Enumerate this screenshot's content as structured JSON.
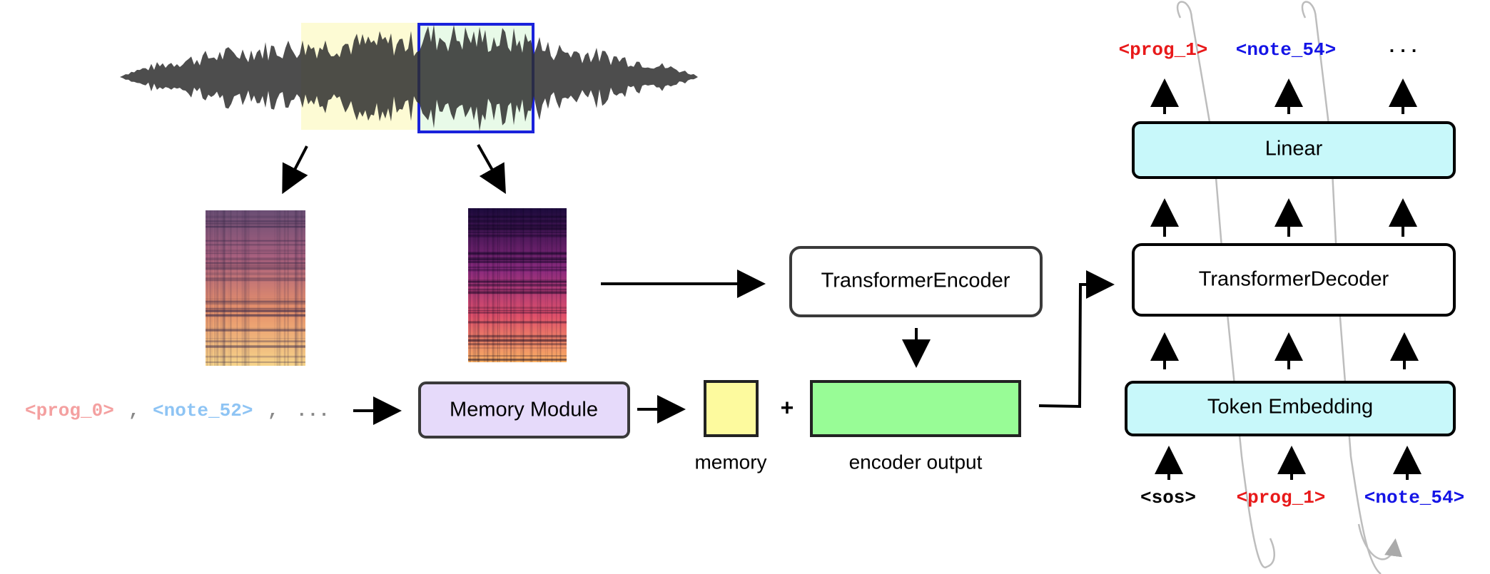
{
  "colors": {
    "prog": "#e8191a",
    "note": "#1414e6",
    "prog_faded": "#f4a0a0",
    "note_faded": "#8ec4f4",
    "faded_text": "#888888",
    "linear_fill": "#c8f8fa",
    "memory_module_fill": "#e6dafa",
    "memory_fill": "#fdfa9e",
    "encoder_output_fill": "#98fc96",
    "yellow_window": "#fdfbd4",
    "green_window": "#e8fae8",
    "green_window_border": "#1a22dc"
  },
  "history_tokens": {
    "prog": "<prog_0>",
    "note": "<note_52>",
    "sep1": ",",
    "sep2": ",",
    "ellipsis": "..."
  },
  "blocks": {
    "memory_module": "Memory Module",
    "transformer_encoder": "TransformerEncoder",
    "transformer_decoder": "TransformerDecoder",
    "linear": "Linear",
    "token_embedding": "Token Embedding"
  },
  "labels": {
    "memory": "memory",
    "encoder_output": "encoder output",
    "plus": "+"
  },
  "output_tokens": [
    "<prog_1>",
    "<note_54>",
    "..."
  ],
  "input_tokens": [
    "<sos>",
    "<prog_1>",
    "<note_54>"
  ],
  "icons": {
    "waveform": "audio-waveform-icon",
    "spectrogram": "spectrogram-image"
  }
}
